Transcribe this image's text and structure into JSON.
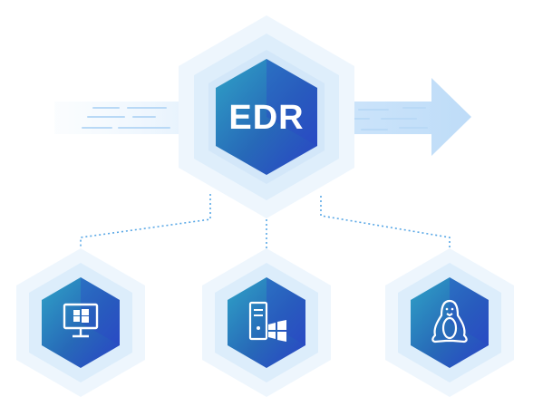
{
  "diagram": {
    "center_label": "EDR",
    "nodes": [
      {
        "id": "windows-desktop",
        "icon": "windows-monitor-icon"
      },
      {
        "id": "windows-server",
        "icon": "windows-server-icon"
      },
      {
        "id": "linux",
        "icon": "linux-penguin-icon"
      }
    ]
  },
  "colors": {
    "cube_top": "#2fa3c7",
    "cube_left": "#1a69a9",
    "cube_right": "#2b45c6",
    "hex_outer": "#e8f3fc",
    "hex_mid": "#d4e9f9",
    "connector": "#5aa8e6",
    "arrow": "#cfe6fb"
  }
}
